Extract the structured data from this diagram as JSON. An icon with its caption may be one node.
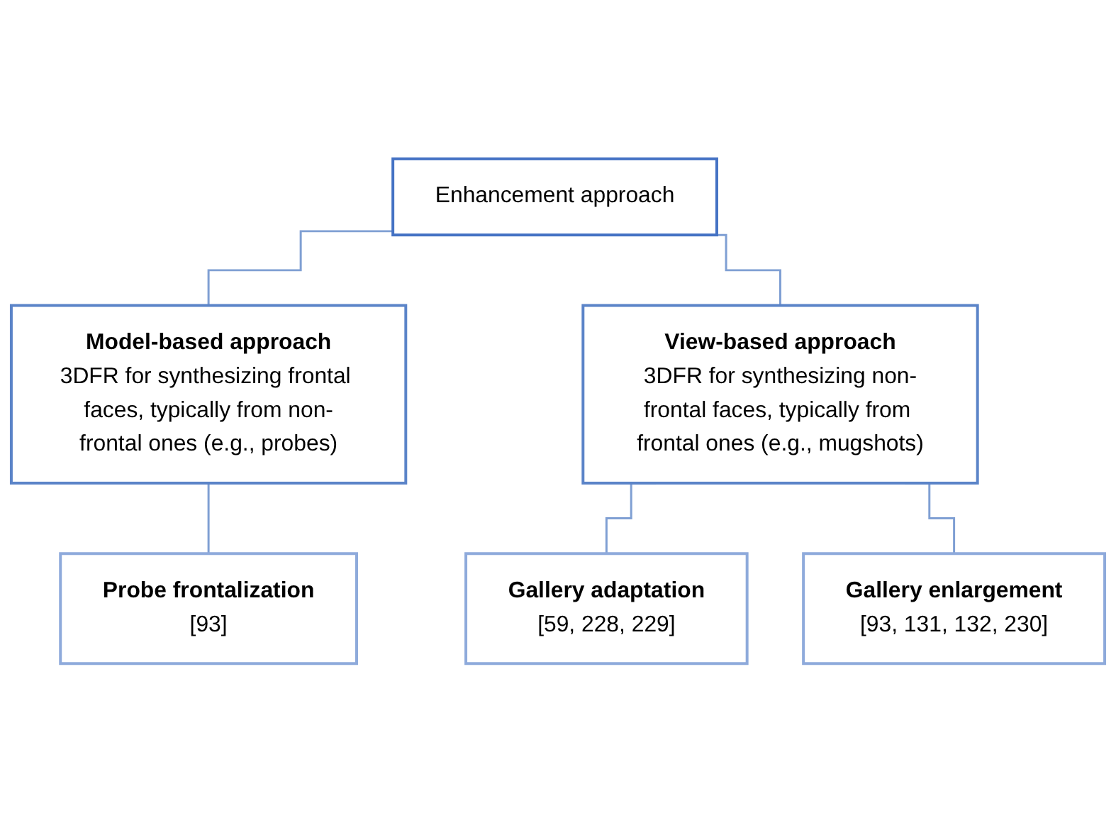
{
  "diagram": {
    "nodes": [
      {
        "text": [
          "Enhancement approach"
        ]
      },
      {
        "text": [
          "Model-based approach",
          "3DFR for synthesizing frontal faces, typically from non-frontal ones (e.g., probes)"
        ]
      },
      {
        "text": [
          "View-based approach",
          "3DFR for synthesizing non-frontal faces, typically from frontal ones (e.g., mugshots)"
        ]
      },
      {
        "text": [
          "Probe frontalization",
          "[93]"
        ]
      },
      {
        "text": [
          "Gallery adaptation",
          "[59, 228, 229]"
        ]
      },
      {
        "text": [
          "Gallery enlargement",
          "[93, 131, 132, 230]"
        ]
      }
    ],
    "edges": [
      {
        "from": 0,
        "to": 1,
        "arrow": "none"
      },
      {
        "from": 0,
        "to": 2,
        "arrow": "none"
      },
      {
        "from": 1,
        "to": 3,
        "arrow": "none"
      },
      {
        "from": 2,
        "to": 4,
        "arrow": "none"
      },
      {
        "from": 2,
        "to": 5,
        "arrow": "none"
      }
    ]
  }
}
